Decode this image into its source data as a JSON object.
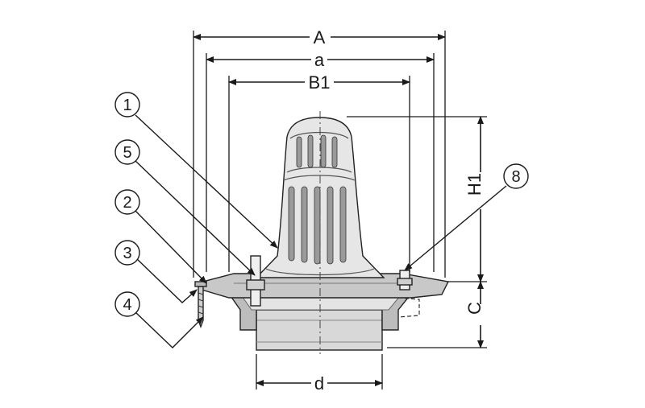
{
  "dimensions": {
    "A": "A",
    "a": "a",
    "B1": "B1",
    "H1": "H1",
    "C": "C",
    "d": "d"
  },
  "callouts": [
    "1",
    "5",
    "2",
    "3",
    "4",
    "8"
  ],
  "colors": {
    "line": "#1a1a1a",
    "body_fill": "#dcdcdc",
    "body_shade": "#a8a8a8",
    "background": "#ffffff"
  }
}
